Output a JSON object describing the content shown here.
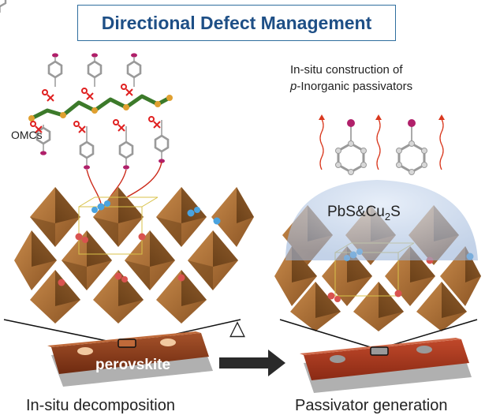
{
  "title": "Directional Defect Management",
  "labels": {
    "omcs": "OMCs",
    "insitu_line1": "In-situ construction of",
    "insitu_line2_prefix": "p",
    "insitu_line2_rest": "-Inorganic passivators",
    "pbs_main": "PbS&Cu",
    "pbs_sub": "2",
    "pbs_end": "S",
    "perovskite": "perovskite",
    "delta": "△",
    "left_caption": "In-situ decomposition",
    "right_caption": "Passivator generation"
  },
  "colors": {
    "title_text": "#1e4f86",
    "title_border": "#2f6e9e",
    "octahedron": "#a66a2e",
    "octahedron_dark": "#7a4a1c",
    "film": "#8a3a1a",
    "substrate": "#c8c8c8",
    "arrow": "#333333",
    "dome": "#b8cce8",
    "red_dot": "#d9534f",
    "blue_atom": "#4aa3df",
    "iodine": "#b0206a",
    "red_wave": "#d9381e"
  }
}
